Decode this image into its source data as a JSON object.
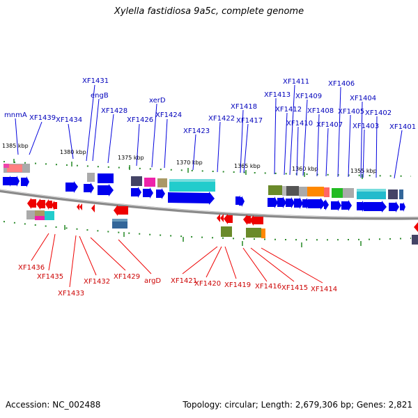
{
  "title": "Xylella fastidiosa 9a5c, complete genome",
  "footer": {
    "accession": "Accession: NC_002488",
    "summary": "Topology: circular; Length: 2,679,306 bp; Genes: 2,821"
  },
  "colors": {
    "forward_gene": "#0000ff",
    "reverse_gene": "#ff0000",
    "forward_label": "#0000bb",
    "reverse_label": "#cc0000",
    "backbone": "#888888",
    "tick": "#228822",
    "leader_forward": "#0000dd",
    "leader_reverse": "#ee0000"
  },
  "ticks": [
    "1385 kbp",
    "1380 kbp",
    "1375 kbp",
    "1370 kbp",
    "1365 kbp",
    "1360 kbp",
    "1355 kbp"
  ],
  "forward_labels": [
    "mnmA",
    "XF1439",
    "XF1434",
    "XF1431",
    "engB",
    "XF1428",
    "XF1426",
    "xerD",
    "XF1424",
    "XF1423",
    "XF1422",
    "XF1418",
    "XF1417",
    "XF1413",
    "XF1412",
    "XF1411",
    "XF1410",
    "XF1409",
    "XF1408",
    "XF1407",
    "XF1406",
    "XF1405",
    "XF1404",
    "XF1403",
    "XF1402",
    "XF1401"
  ],
  "reverse_labels": [
    "XF1436",
    "XF1435",
    "XF1433",
    "XF1432",
    "XF1429",
    "argD",
    "XF1421",
    "XF1420",
    "XF1419",
    "XF1416",
    "XF1415",
    "XF1414"
  ]
}
